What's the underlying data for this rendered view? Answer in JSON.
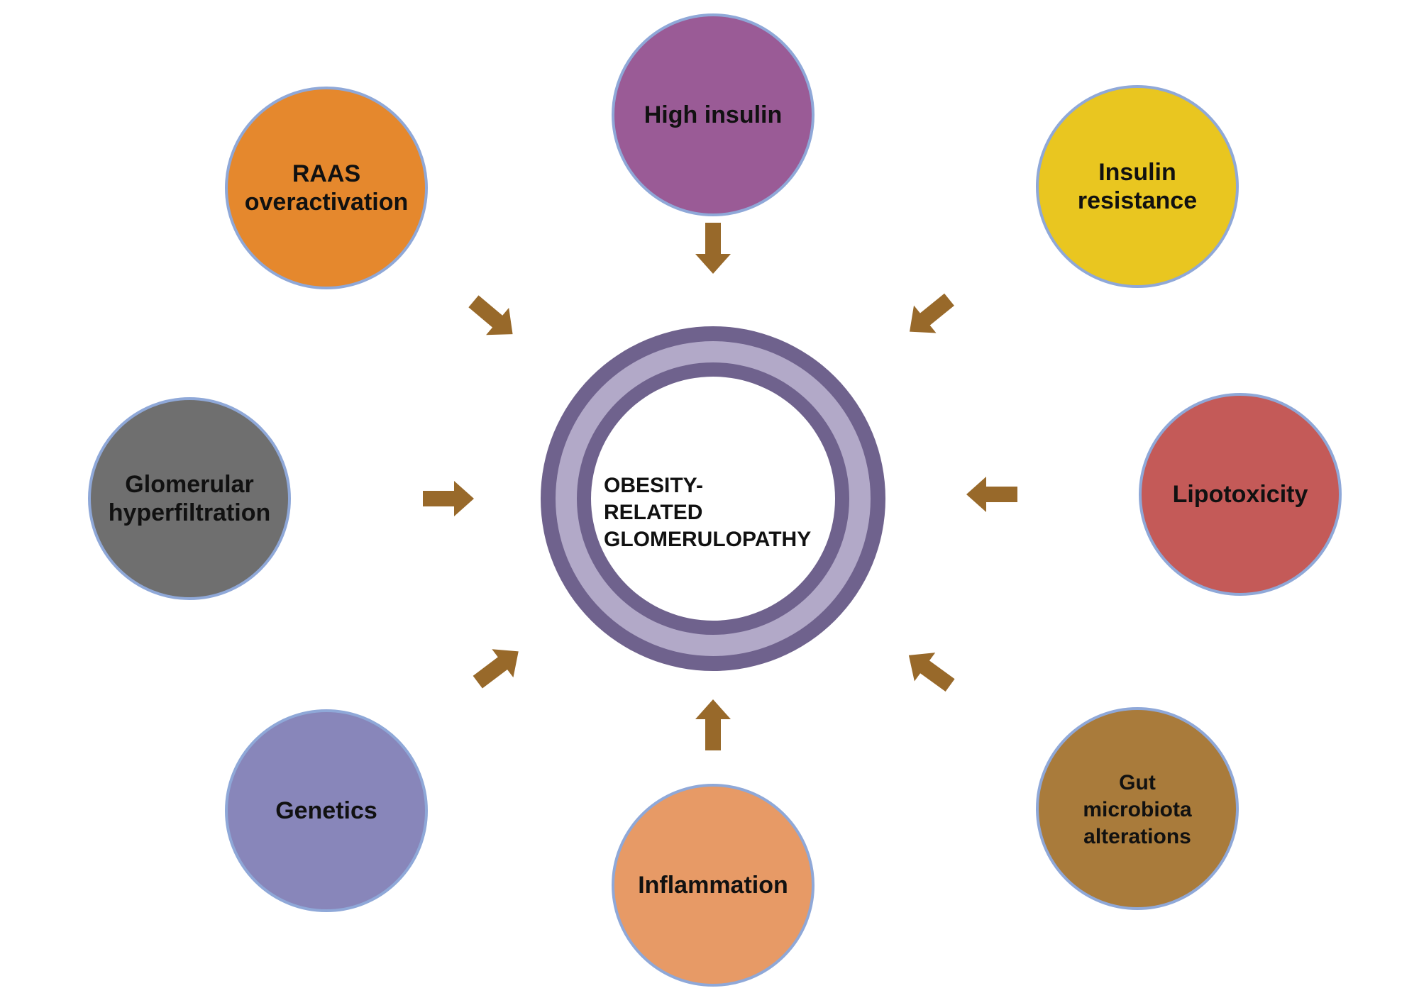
{
  "colors": {
    "arrow": "#98692a",
    "circle_border": "#8fa8d8",
    "ring_outer": "#6f628d",
    "ring_inner": "#b2a9c8",
    "center_fill": "#ffffff",
    "text": "#111111"
  },
  "center": {
    "lines": [
      "OBESITY-",
      "RELATED",
      "GLOMERULOPATHY"
    ]
  },
  "factors": [
    {
      "key": "high-insulin",
      "lines": [
        "High insulin"
      ],
      "fill": "#9a5b96"
    },
    {
      "key": "insulin-resistance",
      "lines": [
        "Insulin",
        "resistance"
      ],
      "fill": "#e9c620"
    },
    {
      "key": "lipotoxicity",
      "lines": [
        "Lipotoxicity"
      ],
      "fill": "#c45a58"
    },
    {
      "key": "gut-microbiota-alterations",
      "lines": [
        "Gut",
        "microbiota",
        "alterations"
      ],
      "fill": "#a97b3b"
    },
    {
      "key": "inflammation",
      "lines": [
        "Inflammation"
      ],
      "fill": "#e79a66"
    },
    {
      "key": "genetics",
      "lines": [
        "Genetics"
      ],
      "fill": "#8886ba"
    },
    {
      "key": "glomerular-hyperfiltration",
      "lines": [
        "Glomerular",
        "hyperfiltration"
      ],
      "fill": "#6f6f6f"
    },
    {
      "key": "raas-overactivation",
      "lines": [
        "RAAS",
        "overactivation"
      ],
      "fill": "#e5882d"
    }
  ]
}
